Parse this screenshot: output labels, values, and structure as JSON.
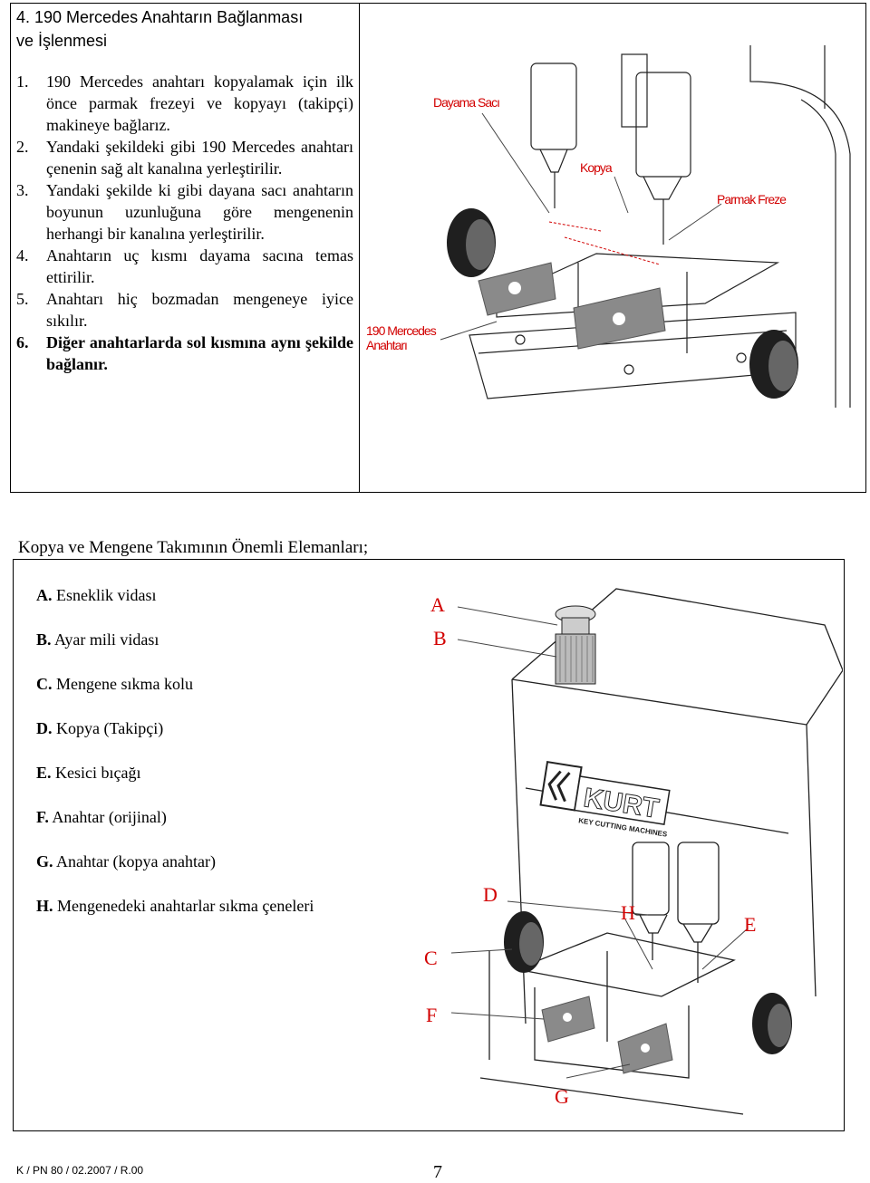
{
  "section": {
    "title_line1": "4. 190 Mercedes  Anahtarın Bağlanması",
    "title_line2": "ve İşlenmesi"
  },
  "steps": [
    {
      "num": "1.",
      "text": "190 Mercedes  anahtarı kopyalamak için ilk önce parmak frezeyi ve kopyayı (takipçi) makineye bağlarız."
    },
    {
      "num": "2.",
      "text": "Yandaki şekildeki gibi 190 Mercedes anahtarı çenenin sağ alt kanalına yerleştirilir."
    },
    {
      "num": "3.",
      "text": "Yandaki şekilde ki gibi dayana sacı anahtarın boyunun uzunluğuna göre mengenenin herhangi bir kanalına yerleştirilir."
    },
    {
      "num": "4.",
      "text": "Anahtarın uç kısmı dayama sacına temas ettirilir."
    },
    {
      "num": "5.",
      "text": "Anahtarı hiç bozmadan mengeneye iyice sıkılır."
    },
    {
      "num": "6.",
      "text": "Diğer anahtarlarda sol kısmına aynı şekilde bağlanır."
    }
  ],
  "figure1_labels": {
    "dayama": "Dayama Sacı",
    "kopya": "Kopya",
    "parmak": "Parmak Freze",
    "mercedes1": "190 Mercedes",
    "mercedes2": "Anahtarı"
  },
  "elements_title": "Kopya ve Mengene Takımının Önemli Elemanları;",
  "elements": [
    {
      "letter": "A.",
      "text": "Esneklik vidası"
    },
    {
      "letter": "B.",
      "text": "Ayar mili vidası"
    },
    {
      "letter": "C.",
      "text": "Mengene sıkma kolu"
    },
    {
      "letter": "D.",
      "text": "Kopya (Takipçi)"
    },
    {
      "letter": "E.",
      "text": "Kesici bıçağı"
    },
    {
      "letter": "F.",
      "text": "Anahtar (orijinal)"
    },
    {
      "letter": "G.",
      "text": "Anahtar (kopya anahtar)"
    },
    {
      "letter": "H.",
      "text": "Mengenedeki anahtarlar sıkma çeneleri"
    }
  ],
  "figure2_letters": {
    "A": "A",
    "B": "B",
    "C": "C",
    "D": "D",
    "E": "E",
    "F": "F",
    "G": "G",
    "H": "H"
  },
  "figure2_logo": {
    "brand": "KURT",
    "tagline": "KEY CUTTING MACHINES"
  },
  "footer": {
    "code": "K / PN 80 / 02.2007 / R.00",
    "page": "7"
  },
  "colors": {
    "label_red": "#d20000",
    "key_gray": "#8a8a8a"
  }
}
